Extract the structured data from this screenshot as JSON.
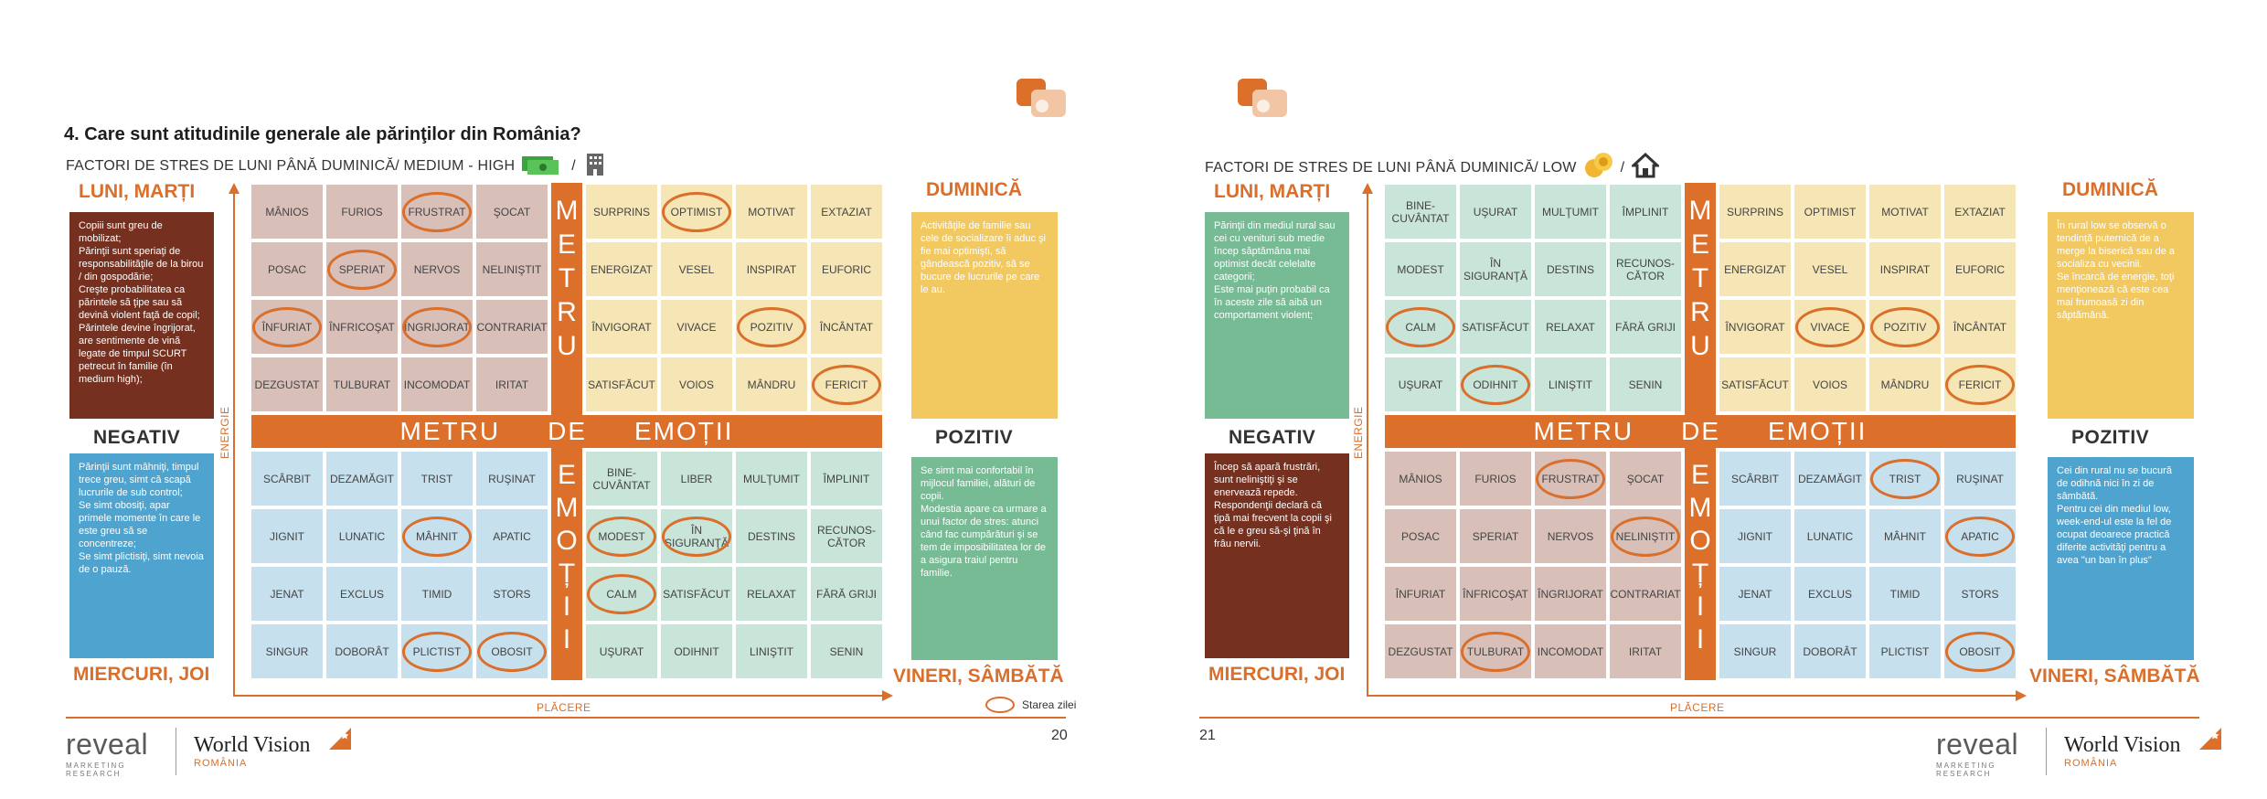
{
  "colors": {
    "accent": "#dc6f2a",
    "brown_cell": "#d8c0b8",
    "cream_cell": "#f6e6b5",
    "green_cell": "#c9e4d8",
    "blue_cell": "#c6e0ee",
    "brown_note": "#75301f",
    "yellow_note": "#f2c860",
    "green_note": "#76bb94",
    "blue_note": "#4ea3cf"
  },
  "left": {
    "title": "4. Care sunt atitudinile generale ale părinţilor din România?",
    "subtitle": "FACTORI DE STRES DE LUNI PÂNĂ DUMINICĂ/ MEDIUM - HIGH",
    "subtitle_sep": "/",
    "subtitle_icons": [
      "money-icon",
      "building-icon"
    ],
    "labels": {
      "tl": "LUNI, MARȚI",
      "tr": "DUMINICĂ",
      "bl": "MIERCURI, JOI",
      "br": "VINERI, SÂMBĂTĂ",
      "neg": "NEGATIV",
      "pos": "POZITIV"
    },
    "notes": {
      "tl": [
        "Copiii sunt greu de mobilizat;",
        "Părinţii sunt speriaţi de responsabilităţile de la birou / din gospodărie;",
        "Creşte probabilitatea ca părintele să ţipe sau să devină violent faţă de copil;",
        "Părintele devine îngrijorat, are sentimente de vină legate de timpul SCURT petrecut în familie (în medium high);"
      ],
      "tr": [
        "Activităţile de familie sau cele de socializare îi aduc şi fie mai optimişti, să gândească pozitiv, să se bucure de lucrurile pe care le au."
      ],
      "bl": [
        "Părinţii sunt mâhniţi, timpul trece greu, simt că scapă lucrurile de sub control;",
        "Se simt obosiţi, apar primele momente în care le este greu să se concentreze;",
        "Se simt plictisiţi, simt nevoia de o pauză."
      ],
      "br": [
        "Se simt mai confortabil în mijlocul familiei, alături de copii.",
        "Modestia apare ca urmare a unui factor de stres: atunci când fac cumpărături şi se tem de imposibilitatea lor de a asigura traiul pentru familie."
      ]
    },
    "band_words": [
      "METRU",
      "DE",
      "EMOȚII"
    ],
    "metru_letters": [
      "M",
      "E",
      "T",
      "R",
      "U"
    ],
    "emotii_letters": [
      "E",
      "M",
      "O",
      "Ț",
      "I",
      "I"
    ],
    "axis_x": "PLĂCERE",
    "axis_y": "ENERGIE",
    "legend": "Starea zilei",
    "page_number": "20",
    "quadrants": {
      "tl": [
        [
          "MÂNIOS",
          "FURIOS",
          "FRUSTRAT",
          "ŞOCAT"
        ],
        [
          "POSAC",
          "SPERIAT",
          "NERVOS",
          "NELINIŞTIT"
        ],
        [
          "ÎNFURIAT",
          "ÎNFRICOŞAT",
          "ÎNGRIJORAT",
          "CONTRARIAT"
        ],
        [
          "DEZGUSTAT",
          "TULBURAT",
          "INCOMODAT",
          "IRITAT"
        ]
      ],
      "tr": [
        [
          "SURPRINS",
          "OPTIMIST",
          "MOTIVAT",
          "EXTAZIAT"
        ],
        [
          "ENERGIZAT",
          "VESEL",
          "INSPIRAT",
          "EUFORIC"
        ],
        [
          "ÎNVIGORAT",
          "VIVACE",
          "POZITIV",
          "ÎNCÂNTAT"
        ],
        [
          "SATISFĂCUT",
          "VOIOS",
          "MÂNDRU",
          "FERICIT"
        ]
      ],
      "bl": [
        [
          "SCÂRBIT",
          "DEZAMĂGIT",
          "TRIST",
          "RUŞINAT"
        ],
        [
          "JIGNIT",
          "LUNATIC",
          "MÂHNIT",
          "APATIC"
        ],
        [
          "JENAT",
          "EXCLUS",
          "TIMID",
          "STORS"
        ],
        [
          "SINGUR",
          "DOBORÂT",
          "PLICTIST",
          "OBOSIT"
        ]
      ],
      "br": [
        [
          "BINE-CUVÂNTAT",
          "LIBER",
          "MULŢUMIT",
          "ÎMPLINIT"
        ],
        [
          "MODEST",
          "ÎN SIGURANŢĂ",
          "DESTINS",
          "RECUNOS-CĂTOR"
        ],
        [
          "CALM",
          "SATISFĂCUT",
          "RELAXAT",
          "FĂRĂ GRIJI"
        ],
        [
          "UŞURAT",
          "ODIHNIT",
          "LINIŞTIT",
          "SENIN"
        ]
      ]
    },
    "circled": {
      "tl": [
        [
          0,
          2
        ],
        [
          1,
          1
        ],
        [
          2,
          0
        ],
        [
          2,
          2
        ]
      ],
      "tr": [
        [
          0,
          1
        ],
        [
          2,
          2
        ],
        [
          3,
          3
        ]
      ],
      "bl": [
        [
          1,
          2
        ],
        [
          3,
          2
        ],
        [
          3,
          3
        ]
      ],
      "br": [
        [
          1,
          0
        ],
        [
          1,
          1
        ],
        [
          2,
          0
        ]
      ]
    }
  },
  "right": {
    "subtitle": "FACTORI DE STRES DE LUNI PÂNĂ DUMINICĂ/ LOW",
    "subtitle_sep": "/",
    "subtitle_icons": [
      "coins-icon",
      "house-icon"
    ],
    "labels": {
      "tl": "LUNI, MARȚI",
      "tr": "DUMINICĂ",
      "bl": "MIERCURI, JOI",
      "br": "VINERI, SÂMBĂTĂ",
      "neg": "NEGATIV",
      "pos": "POZITIV"
    },
    "notes": {
      "tl": [
        "Părinţii din mediul rural sau cei cu venituri sub medie încep săptămâna mai optimist decât celelalte categorii;",
        "Este mai puţin probabil ca în aceste zile să aibă un comportament violent;"
      ],
      "tr": [
        "În rural low se observă o tendinţă puternică de a merge la biserică sau de a socializa cu vecinii.",
        "Se încarcă de energie, toţi menţionează că este cea mai frumoasă zi din săptămână."
      ],
      "bl": [
        "Încep să apară frustrări, sunt neliniştiţi şi se enervează repede.",
        "Respondenţii declară că ţipă mai frecvent la copii şi că le e greu să-şi ţină în frâu nervii."
      ],
      "br": [
        "Cei din rural nu se bucură de odihnă nici în zi de sâmbătă.",
        "Pentru cei din mediul low, week-end-ul este la fel de ocupat deoarece practică diferite activităţi pentru a avea \"un ban în plus\""
      ]
    },
    "band_words": [
      "METRU",
      "DE",
      "EMOȚII"
    ],
    "metru_letters": [
      "M",
      "E",
      "T",
      "R",
      "U"
    ],
    "emotii_letters": [
      "E",
      "M",
      "O",
      "Ț",
      "I",
      "I"
    ],
    "axis_x": "PLĂCERE",
    "axis_y": "ENERGIE",
    "page_number": "21",
    "quadrants": {
      "tl": [
        [
          "BINE-CUVÂNTAT",
          "UŞURAT",
          "MULŢUMIT",
          "ÎMPLINIT"
        ],
        [
          "MODEST",
          "ÎN SIGURANŢĂ",
          "DESTINS",
          "RECUNOS-CĂTOR"
        ],
        [
          "CALM",
          "SATISFĂCUT",
          "RELAXAT",
          "FĂRĂ GRIJI"
        ],
        [
          "UŞURAT",
          "ODIHNIT",
          "LINIŞTIT",
          "SENIN"
        ]
      ],
      "tr": [
        [
          "SURPRINS",
          "OPTIMIST",
          "MOTIVAT",
          "EXTAZIAT"
        ],
        [
          "ENERGIZAT",
          "VESEL",
          "INSPIRAT",
          "EUFORIC"
        ],
        [
          "ÎNVIGORAT",
          "VIVACE",
          "POZITIV",
          "ÎNCÂNTAT"
        ],
        [
          "SATISFĂCUT",
          "VOIOS",
          "MÂNDRU",
          "FERICIT"
        ]
      ],
      "bl": [
        [
          "MÂNIOS",
          "FURIOS",
          "FRUSTRAT",
          "ŞOCAT"
        ],
        [
          "POSAC",
          "SPERIAT",
          "NERVOS",
          "NELINIŞTIT"
        ],
        [
          "ÎNFURIAT",
          "ÎNFRICOŞAT",
          "ÎNGRIJORAT",
          "CONTRARIAT"
        ],
        [
          "DEZGUSTAT",
          "TULBURAT",
          "INCOMODAT",
          "IRITAT"
        ]
      ],
      "br": [
        [
          "SCÂRBIT",
          "DEZAMĂGIT",
          "TRIST",
          "RUŞINAT"
        ],
        [
          "JIGNIT",
          "LUNATIC",
          "MÂHNIT",
          "APATIC"
        ],
        [
          "JENAT",
          "EXCLUS",
          "TIMID",
          "STORS"
        ],
        [
          "SINGUR",
          "DOBORÂT",
          "PLICTIST",
          "OBOSIT"
        ]
      ]
    },
    "circled": {
      "tl": [
        [
          2,
          0
        ],
        [
          3,
          1
        ]
      ],
      "tr": [
        [
          2,
          1
        ],
        [
          2,
          2
        ],
        [
          3,
          3
        ]
      ],
      "bl": [
        [
          0,
          2
        ],
        [
          1,
          3
        ],
        [
          3,
          1
        ]
      ],
      "br": [
        [
          0,
          2
        ],
        [
          1,
          3
        ],
        [
          3,
          3
        ]
      ]
    }
  },
  "brand": {
    "reveal": "reveal",
    "reveal_sub1": "MARKETING",
    "reveal_sub2": "RESEARCH",
    "wv": "World Vision",
    "wv_sub": "ROMÂNIA"
  }
}
